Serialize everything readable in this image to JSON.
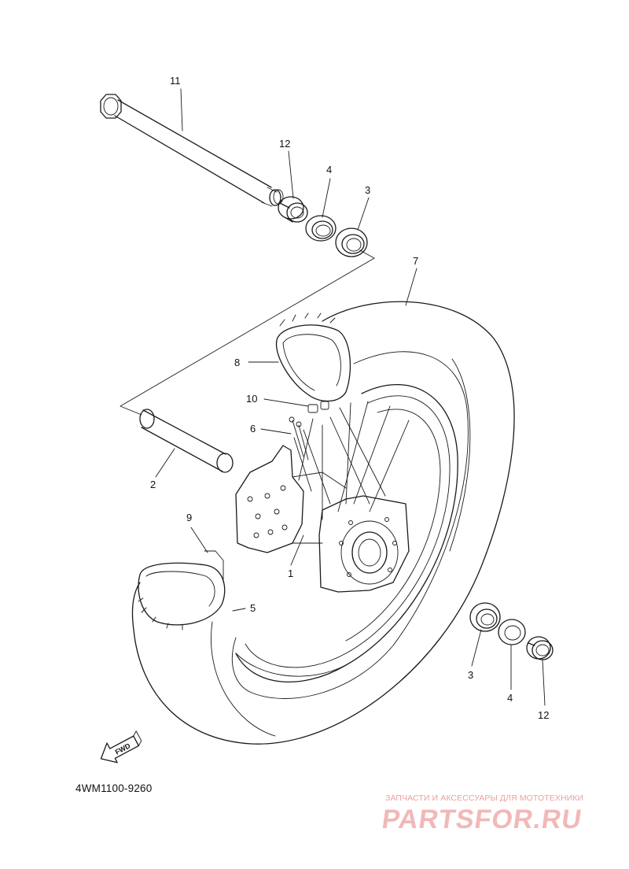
{
  "callouts": [
    {
      "id": "c11",
      "label": "11"
    },
    {
      "id": "c12a",
      "label": "12"
    },
    {
      "id": "c4a",
      "label": "4"
    },
    {
      "id": "c3a",
      "label": "3"
    },
    {
      "id": "c7",
      "label": "7"
    },
    {
      "id": "c8",
      "label": "8"
    },
    {
      "id": "c10",
      "label": "10"
    },
    {
      "id": "c6",
      "label": "6"
    },
    {
      "id": "c2",
      "label": "2"
    },
    {
      "id": "c9",
      "label": "9"
    },
    {
      "id": "c1",
      "label": "1"
    },
    {
      "id": "c5",
      "label": "5"
    },
    {
      "id": "c3b",
      "label": "3"
    },
    {
      "id": "c4b",
      "label": "4"
    },
    {
      "id": "c12b",
      "label": "12"
    }
  ],
  "fwd_label": "FWD",
  "diagram_code": "4WM1100-9260",
  "watermark": {
    "caption": "ЗАПЧАСТИ И АКСЕССУАРЫ ДЛЯ МОТОТЕХНИКИ",
    "logo": "PARTSFOR.RU"
  }
}
